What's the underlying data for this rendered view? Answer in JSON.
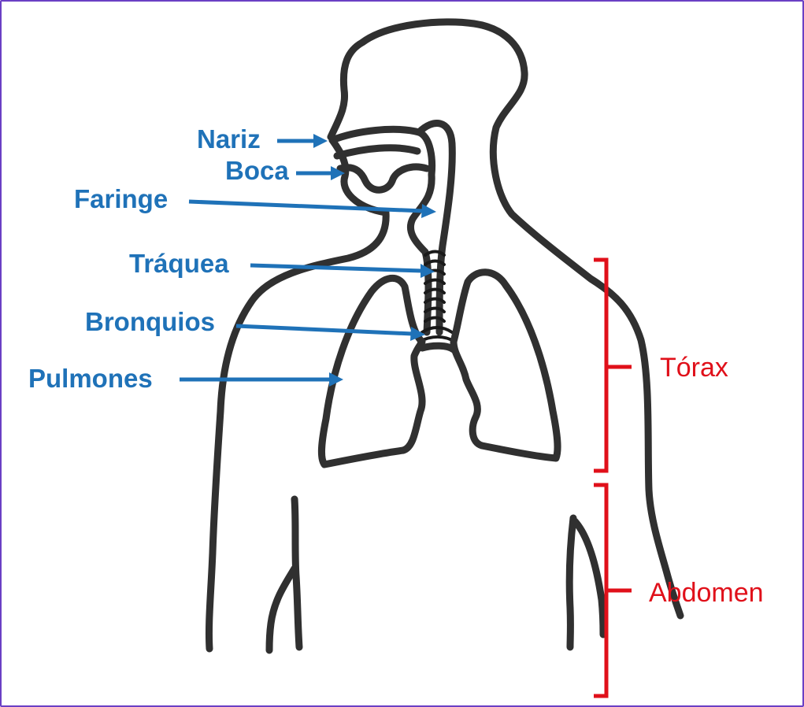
{
  "colors": {
    "frame": "#6a3fc4",
    "outline": "#303030",
    "label_blue": "#1f72b8",
    "label_red": "#e0101a"
  },
  "labels": {
    "nariz": "Nariz",
    "boca": "Boca",
    "faringe": "Faringe",
    "traquea": "Tráquea",
    "bronquios": "Bronquios",
    "pulmones": "Pulmones"
  },
  "regions": {
    "torax": "Tórax",
    "abdomen": "Abdomen"
  }
}
